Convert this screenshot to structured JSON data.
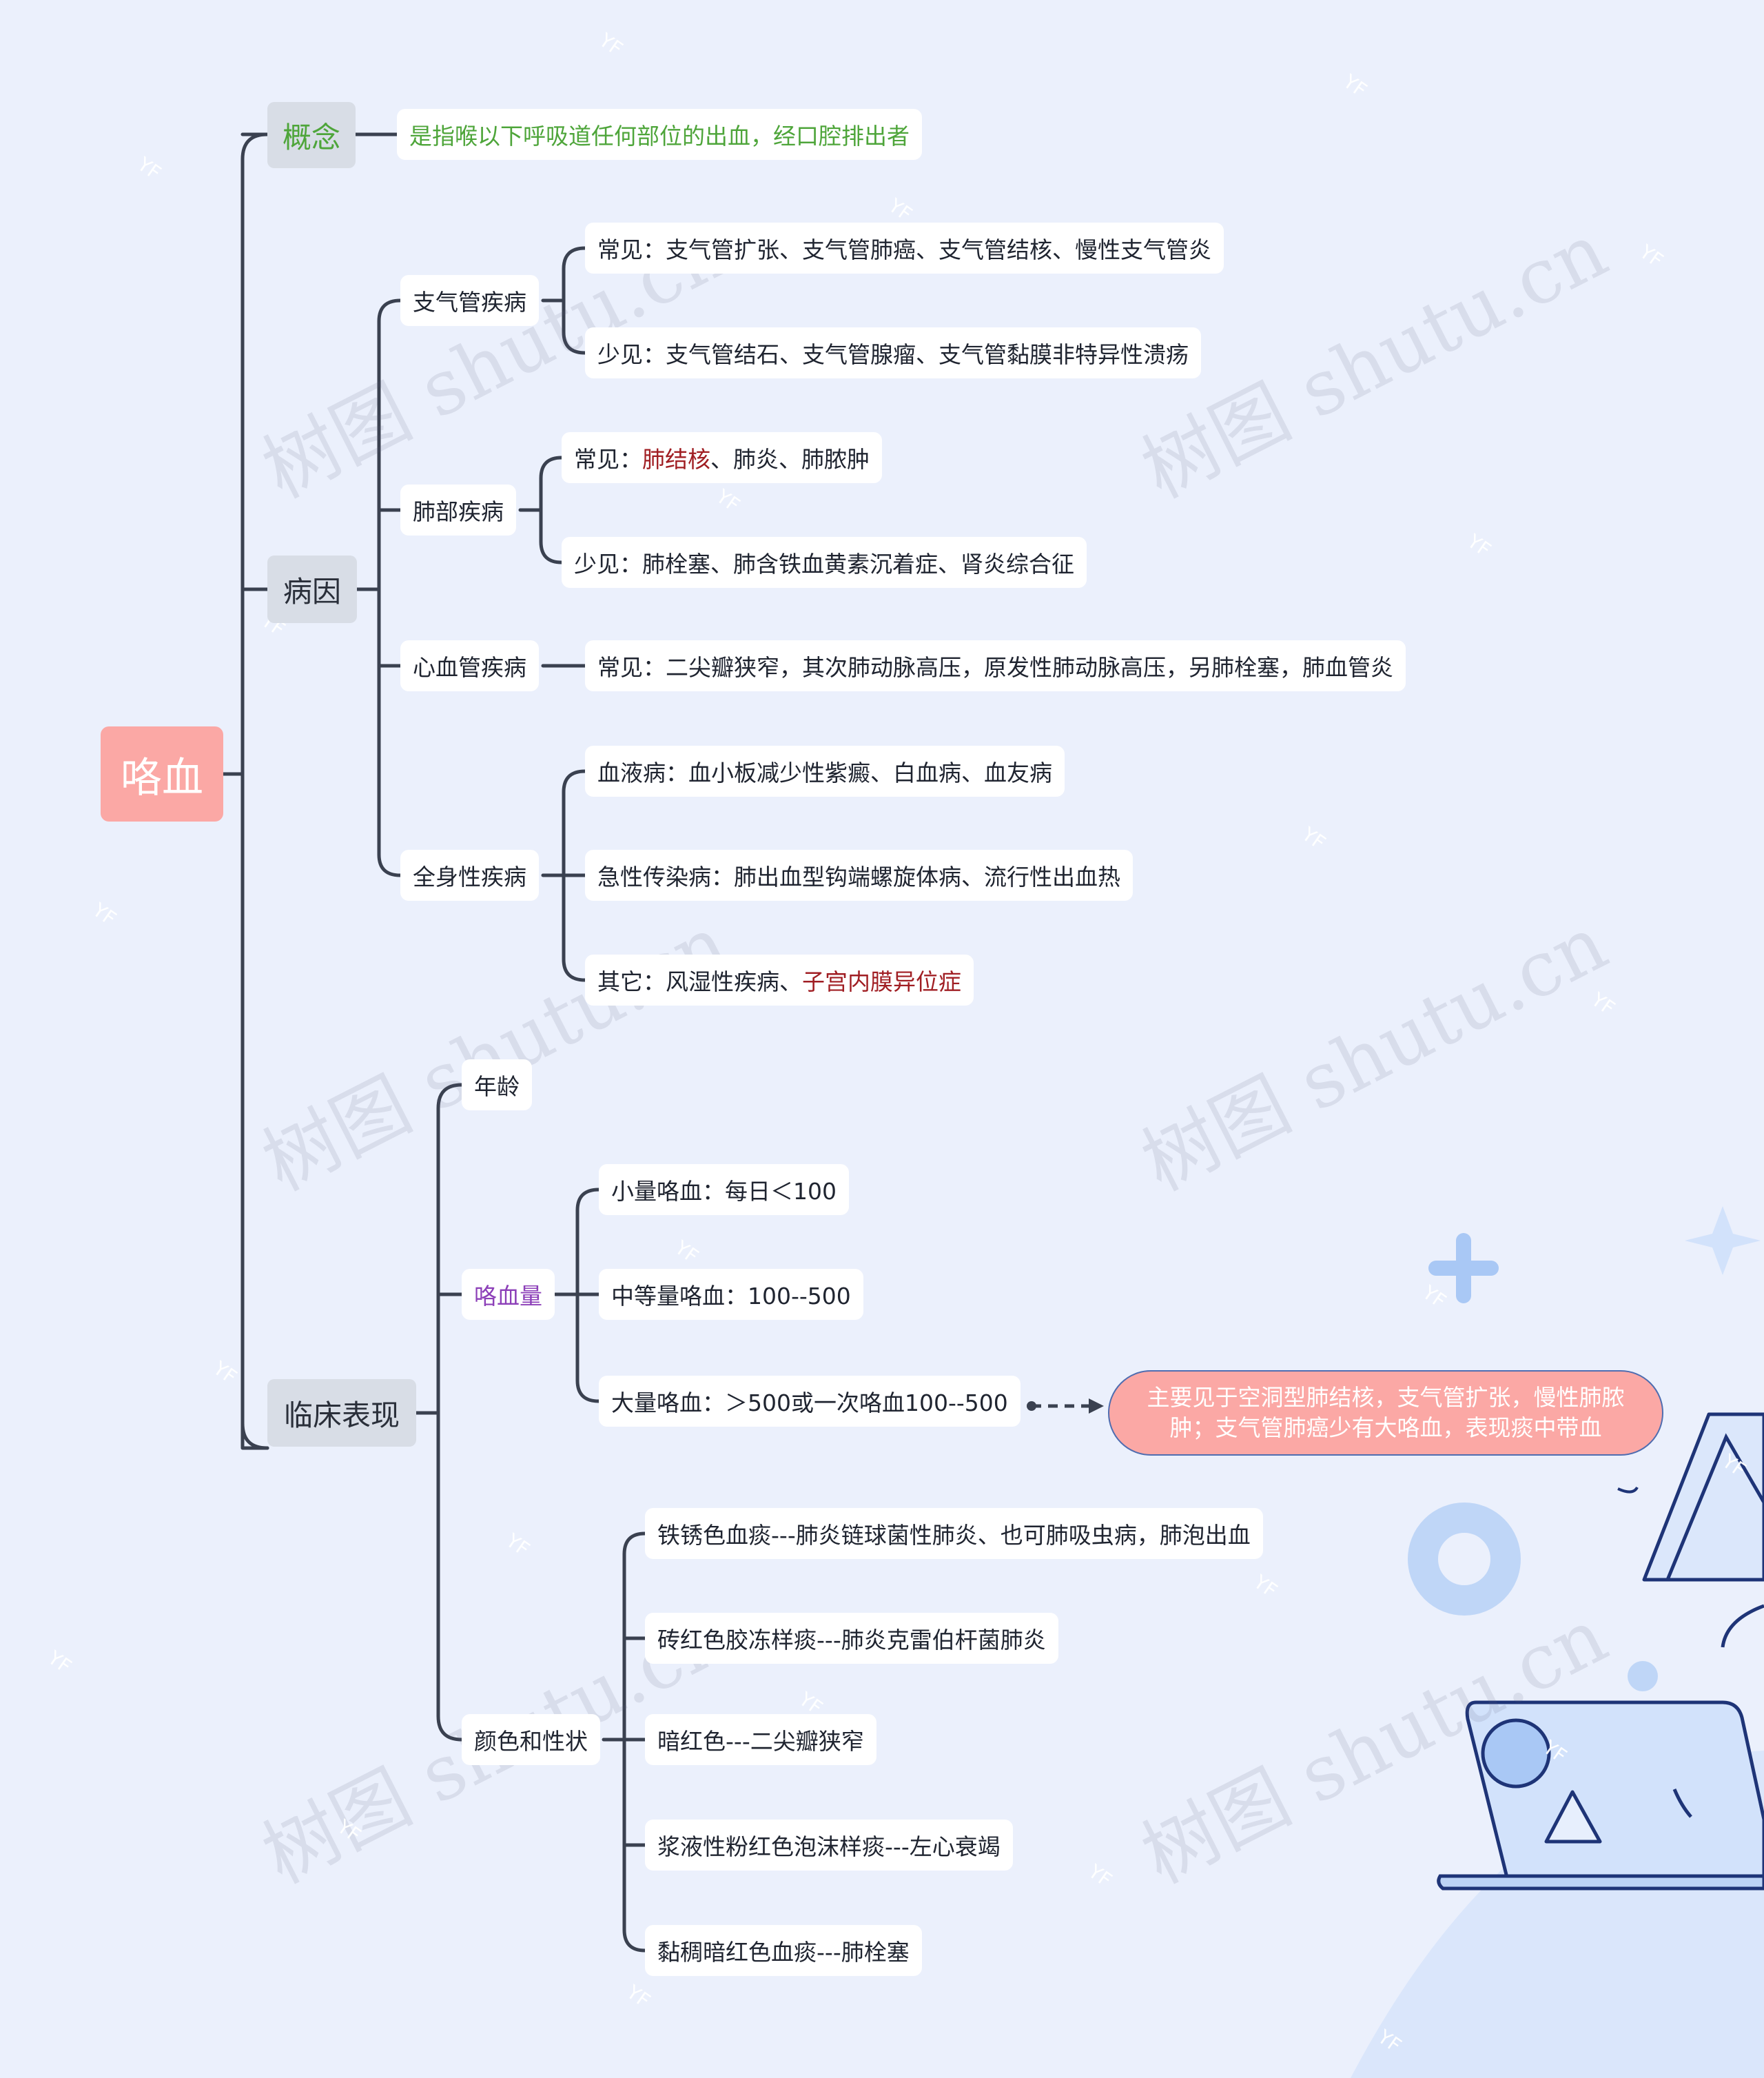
{
  "root": "咯血",
  "sections": {
    "concept": {
      "label": "概念",
      "definition": "是指喉以下呼吸道任何部位的出血，经口腔排出者"
    },
    "etiology": {
      "label": "病因",
      "bronchial": {
        "label": "支气管疾病",
        "common": "常见：支气管扩张、支气管肺癌、支气管结核、慢性支气管炎",
        "rare": "少见：支气管结石、支气管腺瘤、支气管黏膜非特异性溃疡"
      },
      "lung": {
        "label": "肺部疾病",
        "common_prefix": "常见：",
        "common_highlight": "肺结核",
        "common_rest": "、肺炎、肺脓肿",
        "rare": "少见：肺栓塞、肺含铁血黄素沉着症、肾炎综合征"
      },
      "cardio": {
        "label": "心血管疾病",
        "common": "常见：二尖瓣狭窄，其次肺动脉高压，原发性肺动脉高压，另肺栓塞，肺血管炎"
      },
      "systemic": {
        "label": "全身性疾病",
        "blood": "血液病：血小板减少性紫癜、白血病、血友病",
        "infection": "急性传染病：肺出血型钩端螺旋体病、流行性出血热",
        "other_prefix": "其它：风湿性疾病、",
        "other_highlight": "子宫内膜异位症"
      }
    },
    "clinical": {
      "label": "临床表现",
      "age": "年龄",
      "amount": {
        "label": "咯血量",
        "small": "小量咯血：每日＜100",
        "medium": "中等量咯血：100--500",
        "large": "大量咯血：＞500或一次咯血100--500",
        "note": "主要见于空洞型肺结核，支气管扩张，慢性肺脓肿；支气管肺癌少有大咯血，表现痰中带血"
      },
      "color": {
        "label": "颜色和性状",
        "items": [
          "铁锈色血痰---肺炎链球菌性肺炎、也可肺吸虫病，肺泡出血",
          "砖红色胶冻样痰---肺炎克雷伯杆菌肺炎",
          "暗红色---二尖瓣狭窄",
          "浆液性粉红色泡沫样痰---左心衰竭",
          "黏稠暗红色血痰---肺栓塞"
        ]
      }
    }
  },
  "watermark": {
    "text": "树图 shutu.cn",
    "mark": "YF"
  },
  "colors": {
    "background": "#ebf0fc",
    "root": "#fba8a5",
    "branch_line": "#3a4150",
    "level1": "#d8dde6",
    "concept_text": "#4ea53a",
    "amount_text": "#8c3fb8",
    "highlight": "#a01e23"
  }
}
